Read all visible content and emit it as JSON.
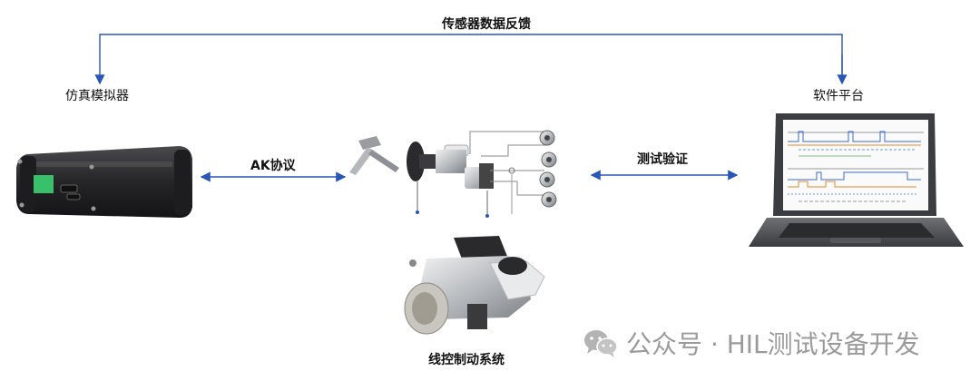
{
  "labels": {
    "feedback": "传感器数据反馈",
    "simulator": "仿真模拟器",
    "software": "软件平台",
    "ak_protocol": "AK协议",
    "test_verify": "测试验证",
    "brake_system": "线控制动系统"
  },
  "watermark": {
    "text": "公众号 · HIL测试设备开发",
    "icon": "wechat-icon"
  },
  "colors": {
    "arrow": "#2a56b5",
    "device_body": "#2c2c2e",
    "screen_green": "#39c06a"
  }
}
